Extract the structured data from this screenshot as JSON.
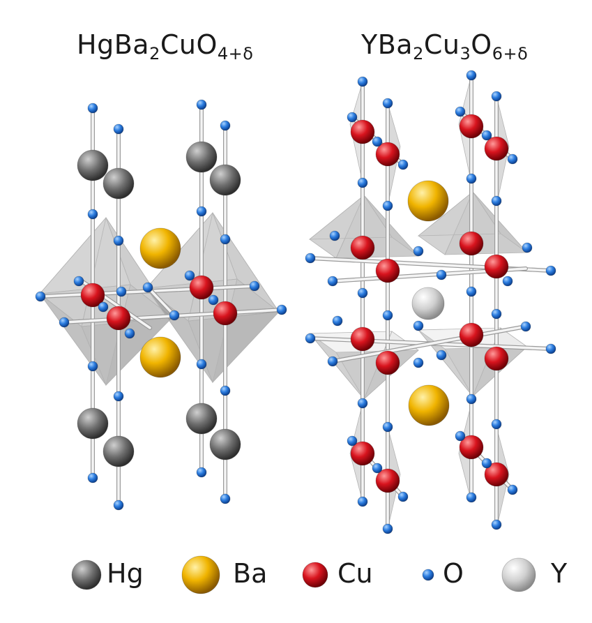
{
  "titles": {
    "left": {
      "base": "HgBa",
      "s1": "2",
      "mid": "CuO",
      "s2": "4+δ"
    },
    "right": {
      "a": "YBa",
      "s1": "2",
      "b": "Cu",
      "s2": "3",
      "c": "O",
      "s3": "6+δ"
    }
  },
  "legend": [
    {
      "element": "Hg",
      "color": "#7d7d7d"
    },
    {
      "element": "Ba",
      "color": "#f0b400"
    },
    {
      "element": "Cu",
      "color": "#d8141e"
    },
    {
      "element": "O",
      "color": "#1f6fd8"
    },
    {
      "element": "Y",
      "color": "#d0d0d0"
    }
  ]
}
